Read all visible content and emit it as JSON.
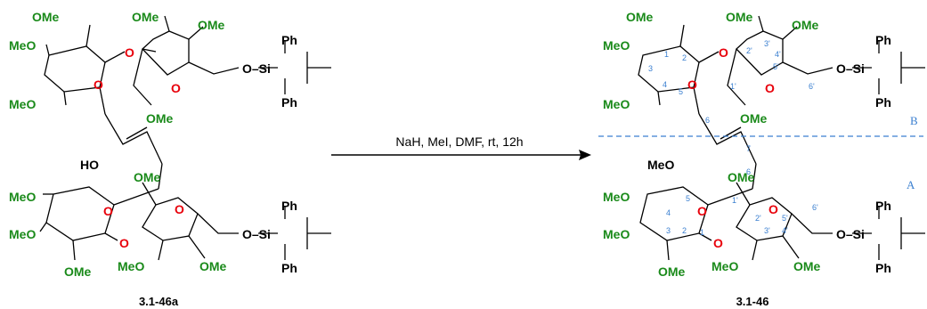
{
  "reaction": {
    "conditions": "NaH, MeI, DMF, rt, 12h",
    "reactant_label": "3.1-46a",
    "product_label": "3.1-46"
  },
  "groups": {
    "ome": "OMe",
    "meo": "MeO",
    "o": "O",
    "ho": "HO",
    "ph": "Ph",
    "si": "Si",
    "o_si": "O–Si"
  },
  "fragments": {
    "a": "A",
    "b": "B"
  },
  "numbering": [
    "1",
    "2",
    "3",
    "4",
    "5",
    "6",
    "1'",
    "2'",
    "3'",
    "4'",
    "5'",
    "6'",
    "7"
  ],
  "colors": {
    "methoxy": "#1a8a1a",
    "oxygen": "#e8000b",
    "numbering": "#3a7fd0",
    "divider": "#3a7fd0"
  }
}
